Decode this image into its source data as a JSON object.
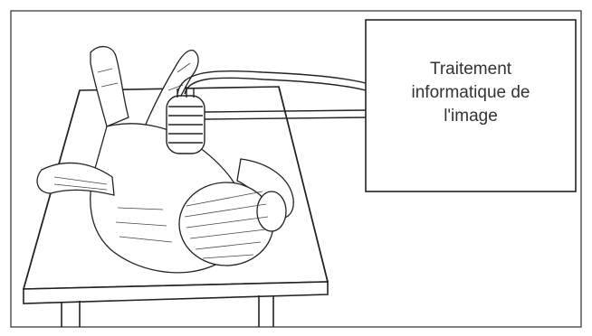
{
  "diagram": {
    "box_label_lines": [
      "Traitement",
      "informatique de",
      "l'image"
    ],
    "colors": {
      "line": "#222222",
      "paper": "#ffffff",
      "shade": "#444444"
    },
    "elements": [
      "outer-frame",
      "examination-table",
      "patient-figure",
      "scanner-probe",
      "cables",
      "processing-box"
    ]
  }
}
